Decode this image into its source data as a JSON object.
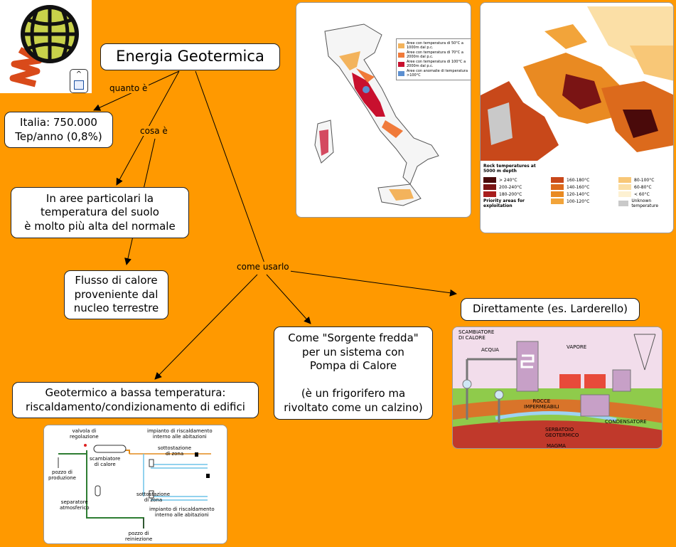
{
  "title": "Energia Geotermica",
  "nodes": {
    "italia": "Italia: 750.000\nTep/anno (0,8%)",
    "aree": "In aree particolari la\ntemperatura del suolo\n è molto più alta del normale",
    "flusso": "Flusso di calore\nproveniente dal\nnucleo terrestre",
    "bassa": "Geotermico a bassa temperatura:\nriscaldamento/condizionamento di edifici",
    "sorgente": "Come \"Sorgente fredda\"\n per un sistema con\nPompa di Calore\n\n(è un frigorifero ma\nrivoltato come un calzino)",
    "diretto": "Direttamente (es. Larderello)"
  },
  "links": {
    "quanto": "quanto è",
    "cosa": "cosa è",
    "come": "come usarlo"
  },
  "italy_map": {
    "legend": [
      {
        "text": "Aree con temperatura di 50°C a 1000m dal p.c.",
        "color": "#F3B35C"
      },
      {
        "text": "Aree con temperatura di 70°C a 2000m dal p.c.",
        "color": "#F07A3A"
      },
      {
        "text": "Aree con temperatura di 100°C a 2000m dal p.c.",
        "color": "#C8102E"
      },
      {
        "text": "Aree con anomalie di temperatura >100°C",
        "color": "#5C8FD0"
      }
    ]
  },
  "europe_map": {
    "title": "Rock temperatures at\n5000 m depth",
    "legend": [
      {
        "text": "> 240°C",
        "color": "#4A0A0A"
      },
      {
        "text": "200-240°C",
        "color": "#7A1414"
      },
      {
        "text": "180-200°C",
        "color": "#A81E1E"
      },
      {
        "text": "Priority areas for exploitation",
        "color": "#ffffff"
      },
      {
        "text": "160-180°C",
        "color": "#C8481A"
      },
      {
        "text": "140-160°C",
        "color": "#DC6A1C"
      },
      {
        "text": "120-140°C",
        "color": "#E98A22"
      },
      {
        "text": "100-120°C",
        "color": "#F2A43A"
      },
      {
        "text": "80-100°C",
        "color": "#F8C777"
      },
      {
        "text": "60-80°C",
        "color": "#FBDFA6"
      },
      {
        "text": "< 60°C",
        "color": "#FDF1D2"
      },
      {
        "text": "Unknown temperature",
        "color": "#C9C9C9"
      }
    ]
  },
  "plant_diagram": {
    "scambiatore": "SCAMBIATORE\nDI CALORE",
    "acqua": "ACQUA",
    "vapore": "VAPORE",
    "rocce": "ROCCE\nIMPERMEABILI",
    "condensatore": "CONDENSATORE",
    "serbatoio": "SERBATOIO\nGEOTERMICO",
    "magma": "MAGMA"
  },
  "heating_diagram": {
    "valvola": "valvola di\nregolazione",
    "impianto1": "impianto di riscaldamento\ninterno alle abitazioni",
    "sottostazione1": "sottostazione\ndi zona",
    "pozzo_prod": "pozzo di\nproduzione",
    "scambiatore": "scambiatore\ndi calore",
    "sottostazione2": "sottostazione\ndi zona",
    "separatore": "separatore\natmosferico",
    "impianto2": "impianto di riscaldamento\ninterno alle abitazioni",
    "pozzo_rein": "pozzo di\nreiniezione"
  }
}
